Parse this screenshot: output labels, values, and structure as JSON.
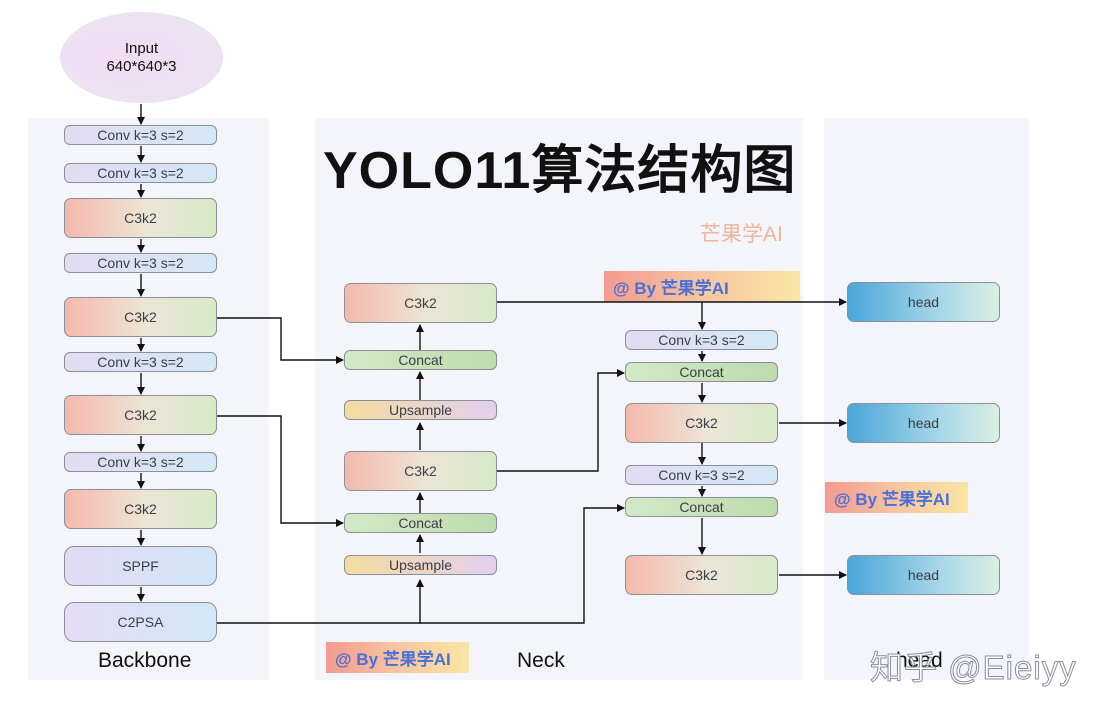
{
  "title": "YOLO11算法结构图",
  "watermark_top": "芒果学AI",
  "badges": {
    "neck_top": "@ By 芒果学AI",
    "head_mid": "@ By 芒果学AI",
    "neck_bottom": "@ By 芒果学AI"
  },
  "input": {
    "line1": "Input",
    "line2": "640*640*3"
  },
  "backbone": {
    "label": "Backbone",
    "conv1": "Conv k=3 s=2",
    "conv2": "Conv k=3 s=2",
    "c3k2_1": "C3k2",
    "conv3": "Conv k=3 s=2",
    "c3k2_2": "C3k2",
    "conv4": "Conv k=3 s=2",
    "c3k2_3": "C3k2",
    "conv5": "Conv k=3 s=2",
    "c3k2_4": "C3k2",
    "sppf": "SPPF",
    "c2psa": "C2PSA"
  },
  "neck": {
    "label": "Neck",
    "c3k2_top": "C3k2",
    "concat_top": "Concat",
    "upsample_top": "Upsample",
    "c3k2_mid": "C3k2",
    "concat_mid": "Concat",
    "upsample_bottom": "Upsample",
    "conv_a": "Conv k=3 s=2",
    "concat_a": "Concat",
    "c3k2_a": "C3k2",
    "conv_b": "Conv k=3 s=2",
    "concat_b": "Concat",
    "c3k2_b": "C3k2"
  },
  "head": {
    "label": "head",
    "head1": "head",
    "head2": "head",
    "head3": "head"
  },
  "watermark_bottom": "知乎 @Eieiyy"
}
